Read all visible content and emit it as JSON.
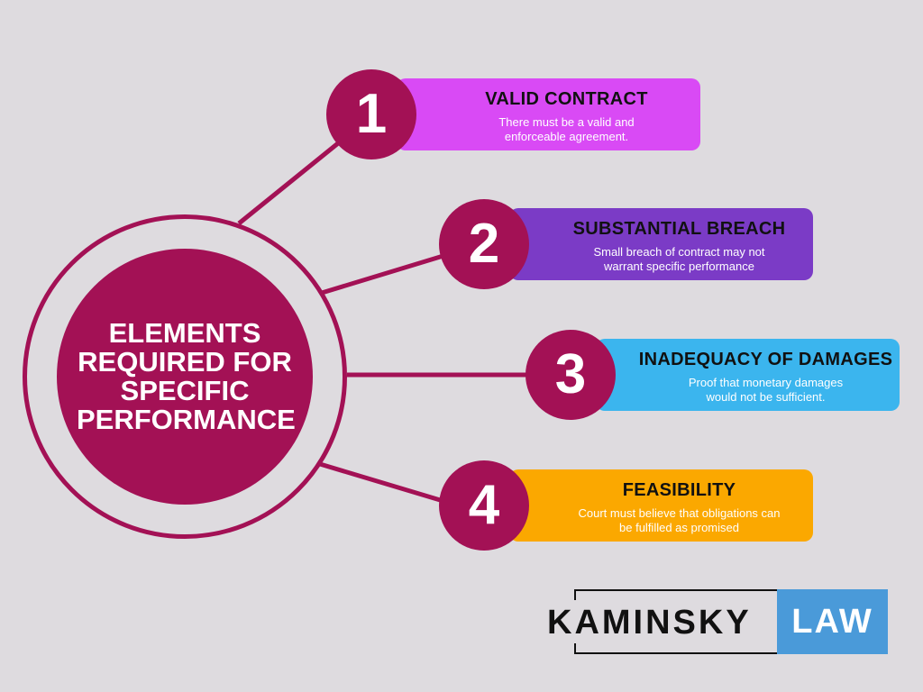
{
  "center": {
    "title": "ELEMENTS REQUIRED FOR SPECIFIC PERFORMANCE"
  },
  "items": [
    {
      "number": "1",
      "title": "VALID CONTRACT",
      "desc": "There must be a valid and enforceable agreement.",
      "color": "#d94af5"
    },
    {
      "number": "2",
      "title": "SUBSTANTIAL BREACH",
      "desc": "Small breach of contract may not warrant specific performance",
      "color": "#7b3bc6"
    },
    {
      "number": "3",
      "title": "INADEQUACY OF DAMAGES",
      "desc": "Proof that monetary damages would not be sufficient.",
      "color": "#3bb5ee"
    },
    {
      "number": "4",
      "title": "FEASIBILITY",
      "desc": "Court must believe that obligations can be fulfilled as promised",
      "color": "#fba800"
    }
  ],
  "logo": {
    "name": "KAMINSKY",
    "suffix": "LAW"
  }
}
